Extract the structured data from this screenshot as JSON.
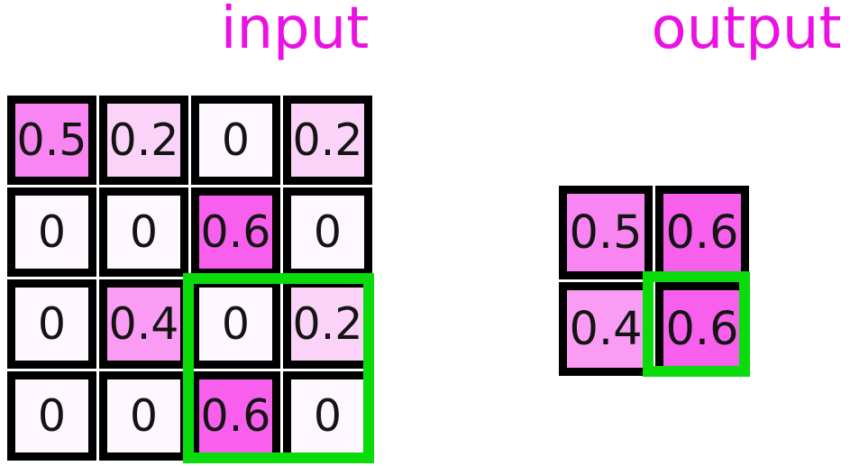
{
  "colors": {
    "title": "#eb10e3",
    "cell_border": "#000000",
    "cell_text": "#141414",
    "highlight_green": "#0adb0a",
    "background": "#ffffff"
  },
  "value_colors": {
    "0": "#fef8fe",
    "0.2": "#fbd2f8",
    "0.4": "#fa9cf3",
    "0.5": "#f885f1",
    "0.6": "#f75fec"
  },
  "input_grid": {
    "title": "input",
    "rows": [
      [
        "0.5",
        "0.2",
        "0",
        "0.2"
      ],
      [
        "0",
        "0",
        "0.6",
        "0"
      ],
      [
        "0",
        "0.4",
        "0",
        "0.2"
      ],
      [
        "0",
        "0",
        "0.6",
        "0"
      ]
    ],
    "highlight_window": {
      "row_start": 2,
      "col_start": 2,
      "row_span": 2,
      "col_span": 2
    }
  },
  "output_grid": {
    "title": "output",
    "rows": [
      [
        "0.5",
        "0.6"
      ],
      [
        "0.4",
        "0.6"
      ]
    ],
    "highlight_window": {
      "row_start": 1,
      "col_start": 1,
      "row_span": 1,
      "col_span": 1
    }
  }
}
